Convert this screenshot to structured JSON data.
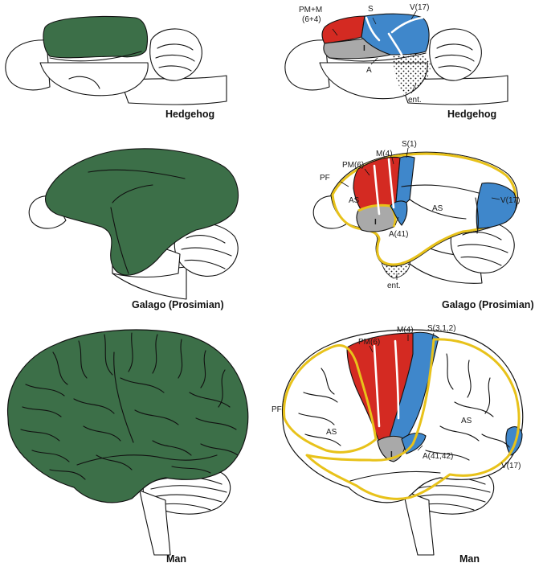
{
  "colors": {
    "cortex_green": "#3c6f48",
    "motor_red": "#d42a22",
    "sensory_blue": "#3f87cb",
    "insula_gray": "#a9a9a9",
    "association_outline_yellow": "#e8c21a"
  },
  "rows": [
    {
      "left_caption": "",
      "right_caption": "Hedgehog",
      "labels": {
        "pm_m": "PM+M",
        "pm_m_areas": "(6+4)",
        "s": "S",
        "v": "V(17)",
        "i": "I",
        "a": "A",
        "ent": "ent."
      }
    },
    {
      "left_caption": "",
      "right_caption": "Galago (Prosimian)",
      "labels": {
        "s": "S(1)",
        "m": "M(4)",
        "pm": "PM(6)",
        "pf": "PF",
        "as_left": "AS",
        "as_right": "AS",
        "v": "V(17)",
        "i": "I",
        "a": "A(41)",
        "ent": "ent."
      }
    },
    {
      "left_caption": "Man",
      "right_caption": "Man",
      "labels": {
        "pm": "PM(6)",
        "m": "M(4)",
        "s": "S(3,1,2)",
        "pf": "PF",
        "as_left": "AS",
        "as_right": "AS",
        "a": "A(41,42)",
        "v": "V(17)",
        "i": "I"
      }
    }
  ],
  "captions_extra": {
    "hedgehog_left": "Hedgehog",
    "galago_left": "Galago (Prosimian)"
  }
}
